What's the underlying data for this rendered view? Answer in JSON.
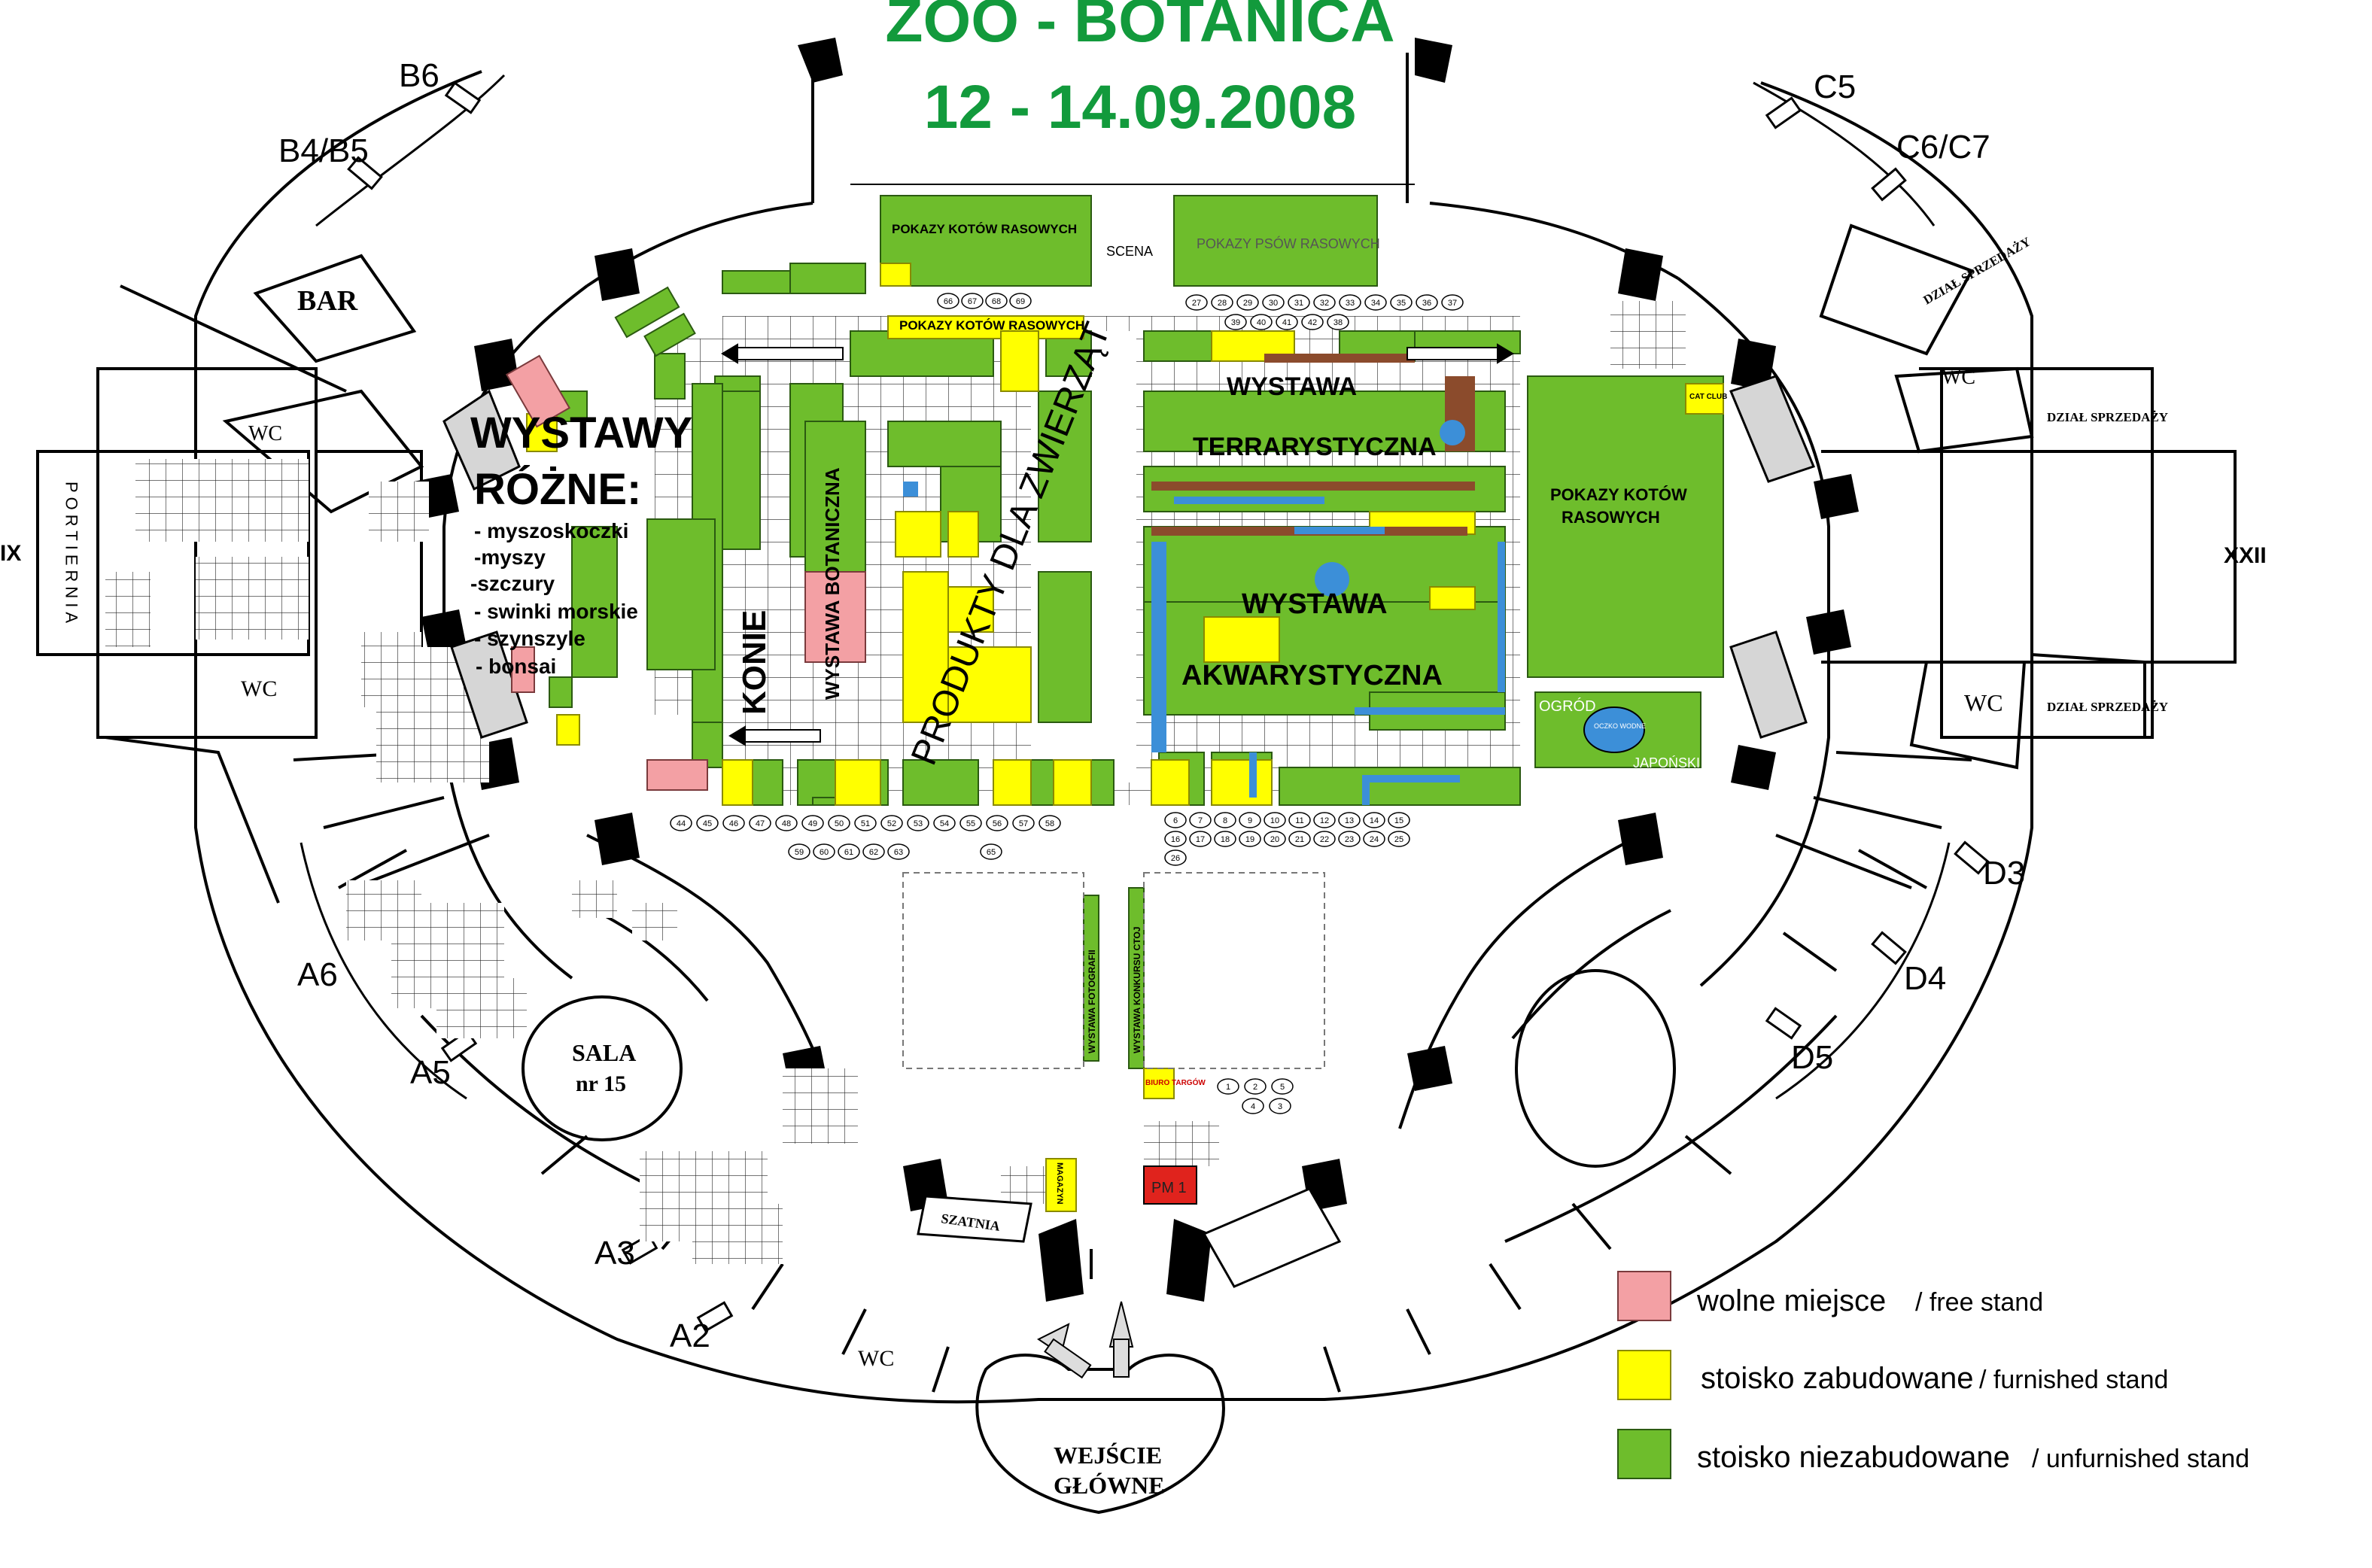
{
  "title": "ZOO - BOTANICA",
  "dates": "12 - 14.09.2008",
  "colors": {
    "free": "#f3a0a4",
    "furnished": "#ffff00",
    "unfurnished": "#6ebd2c",
    "pond": "#3c8fd8",
    "title": "#129a3c",
    "red_stand": "#e0231d"
  },
  "gates": {
    "b6": "B6",
    "b4b5": "B4/B5",
    "c5": "C5",
    "c6c7": "C6/C7",
    "ix": "IX",
    "xxii": "XXII",
    "a6": "A6",
    "a5": "A5",
    "a3": "A3",
    "a2": "A2",
    "d3": "D3",
    "d4": "D4",
    "d5": "D5"
  },
  "rooms": {
    "bar": "BAR",
    "wc": "WC",
    "portiernia": "PORTIERNIA",
    "sala": "SALA",
    "sala_nr": "nr 15",
    "szatnia": "SZATNIA",
    "entrance_1": "WEJŚCIE",
    "entrance_2": "GŁÓWNE",
    "dzial_sprzedazy": "DZIAŁ SPRZEDAŻY",
    "scena": "SCENA"
  },
  "zones": {
    "cats_top": "POKAZY KOTÓW RASOWYCH",
    "dogs": "POKAZY PSÓW RASOWYCH",
    "cats_strip": "POKAZY KOTÓW RASOWYCH",
    "cats_right_1": "POKAZY KOTÓW",
    "cats_right_2": "RASOWYCH",
    "cat_club": "CAT CLUB",
    "terra_1": "WYSTAWA",
    "terra_2": "TERRARYSTYCZNA",
    "aqua_1": "WYSTAWA",
    "aqua_2": "AKWARYSTYCZNA",
    "products": "PRODUKTY DLA ZWIERZĄT",
    "botanic": "WYSTAWA BOTANICZNA",
    "horses": "KONIE",
    "garden_1": "OGRÓD",
    "garden_2": "JAPOŃSKI",
    "pond": "OCZKO WODNE",
    "foto": "WYSTAWA FOTOGRAFII",
    "contest": "WYSTAWA KONKURSU CTOJ",
    "biuro": "BIURO TARGÓW",
    "pm1": "PM 1",
    "magazyn": "MAGAZYN",
    "various_1": "WYSTAWY",
    "various_2": "RÓŻNE:",
    "various_items": [
      "- myszoskoczki",
      "-myszy",
      "-szczury",
      "- swinki morskie",
      "- szynszyle",
      "- bonsai"
    ]
  },
  "numbers": {
    "top_row_1": [
      "66",
      "67",
      "68",
      "69"
    ],
    "top_row_2": [
      "27",
      "28",
      "29",
      "30",
      "31",
      "32",
      "33",
      "34",
      "35",
      "36",
      "37"
    ],
    "top_row_3": [
      "39",
      "40",
      "41",
      "42",
      "38"
    ],
    "bottom_left_1": [
      "44",
      "45",
      "46",
      "47",
      "48",
      "49",
      "50",
      "51",
      "52",
      "53",
      "54",
      "55",
      "56",
      "57",
      "58"
    ],
    "bottom_left_2": [
      "59",
      "60",
      "61",
      "62",
      "63",
      "65"
    ],
    "bottom_right_1": [
      "6",
      "7",
      "8",
      "9",
      "10",
      "11",
      "12",
      "13",
      "14",
      "15"
    ],
    "bottom_right_2": [
      "16",
      "17",
      "18",
      "19",
      "20",
      "21",
      "22",
      "23",
      "24",
      "25"
    ],
    "bottom_right_3": [
      "26"
    ],
    "lower_group_1": [
      "1",
      "2",
      "5"
    ],
    "lower_group_2": [
      "4",
      "3"
    ]
  },
  "legend": {
    "free_pl": "wolne miejsce",
    "free_en": "/ free stand",
    "furnished_pl": "stoisko  zabudowane",
    "furnished_en": "/ furnished stand",
    "unfurnished_pl": "stoisko  niezabudowane",
    "unfurnished_en": "/ unfurnished stand"
  }
}
